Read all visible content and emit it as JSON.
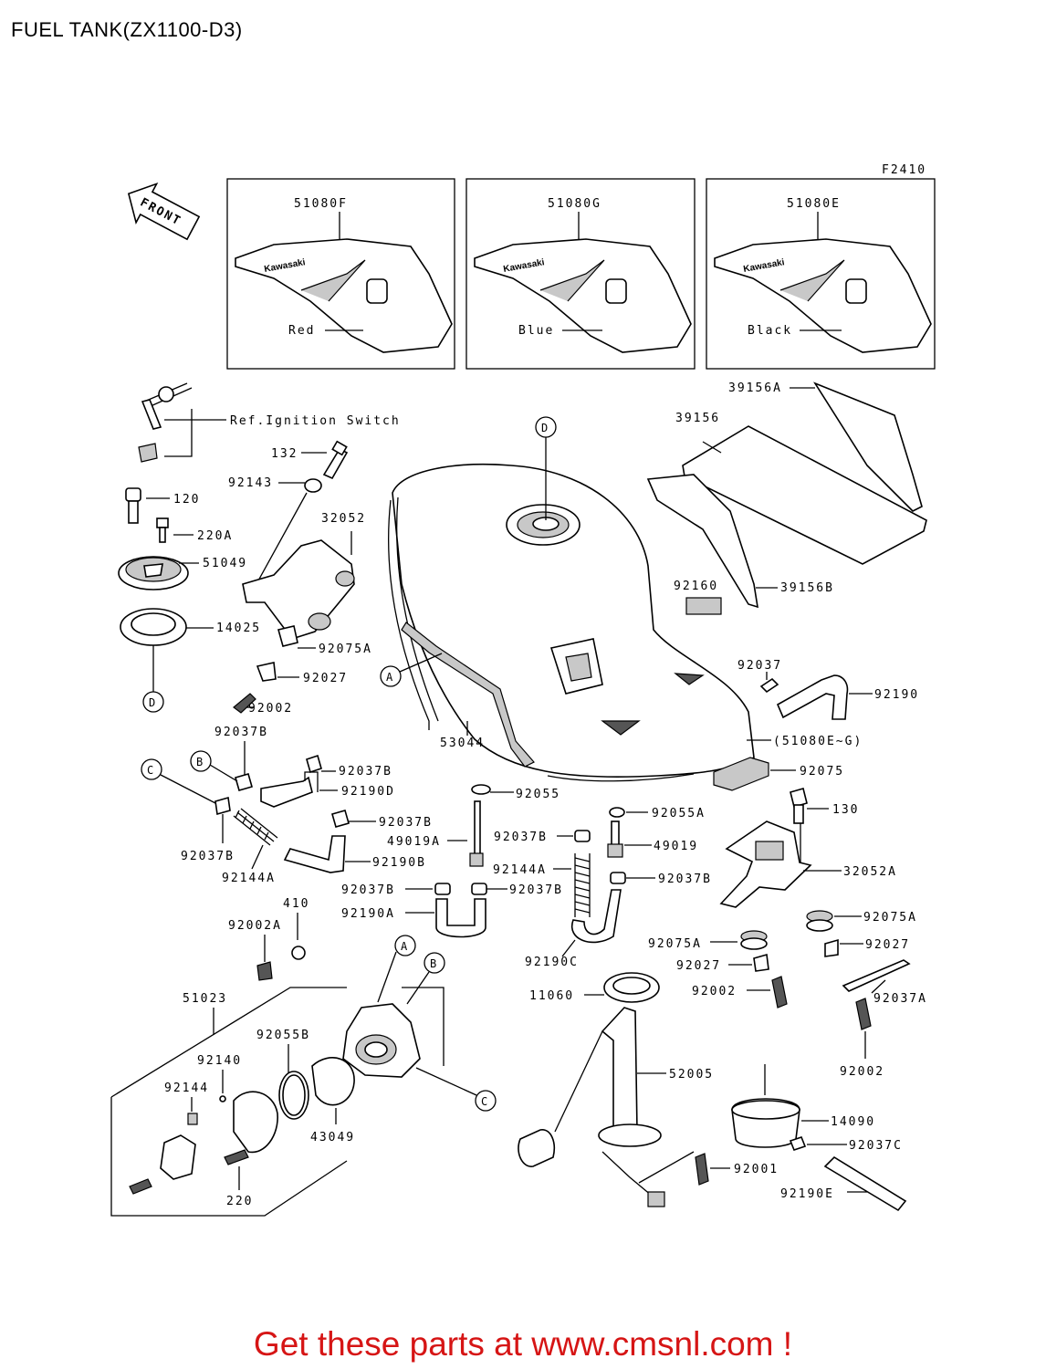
{
  "title": "FUEL TANK(ZX1100-D3)",
  "figure_code": "F2410",
  "front_label": "FRONT",
  "footer": "Get these parts at www.cmsnl.com !",
  "colors": {
    "footer_text": "#d61515",
    "line": "#000000",
    "background": "#ffffff"
  },
  "color_variants": [
    {
      "part": "51080F",
      "color": "Red",
      "logo": "Kawasaki"
    },
    {
      "part": "51080G",
      "color": "Blue",
      "logo": "Kawasaki"
    },
    {
      "part": "51080E",
      "color": "Black",
      "logo": "Kawasaki"
    }
  ],
  "ref_note": "Ref.Ignition Switch",
  "callouts": [
    "D",
    "A",
    "B",
    "C",
    "A",
    "B",
    "C"
  ],
  "labels": {
    "p39156A": "39156A",
    "p39156": "39156",
    "p39156B": "39156B",
    "p92160": "92160",
    "p132": "132",
    "p92143": "92143",
    "p120": "120",
    "p220A": "220A",
    "p32052": "32052",
    "p51049": "51049",
    "p14025": "14025",
    "p92075A_1": "92075A",
    "p92027_1": "92027",
    "p92002_1": "92002",
    "p92037B_1": "92037B",
    "p53044": "53044",
    "p92037": "92037",
    "p92190": "92190",
    "p51080EG": "(51080E~G)",
    "p92075": "92075",
    "p92037B_2": "92037B",
    "p92190D": "92190D",
    "p92055": "92055",
    "p92055A": "92055A",
    "p130": "130",
    "p92037B_3": "92037B",
    "p49019A": "49019A",
    "p92037B_4": "92037B",
    "p49019": "49019",
    "p92037B_5": "92037B",
    "p92190B": "92190B",
    "p92144A_1": "92144A",
    "p92144A_2": "92144A",
    "p32052A": "32052A",
    "p92037B_6": "92037B",
    "p92037B_7": "92037B",
    "p92037B_8": "92037B",
    "p92190A": "92190A",
    "p410": "410",
    "p92002A": "92002A",
    "p92075A_2": "92075A",
    "p92075A_3": "92075A",
    "p92027_2": "92027",
    "p92027_3": "92027",
    "p92190C": "92190C",
    "p51023": "51023",
    "p11060": "11060",
    "p92002_2": "92002",
    "p92037A": "92037A",
    "p92055B": "92055B",
    "p92140": "92140",
    "p92144": "92144",
    "p43049": "43049",
    "p220": "220",
    "p52005": "52005",
    "p92002_3": "92002",
    "p14090": "14090",
    "p92037C": "92037C",
    "p92001": "92001",
    "p92190E": "92190E"
  }
}
